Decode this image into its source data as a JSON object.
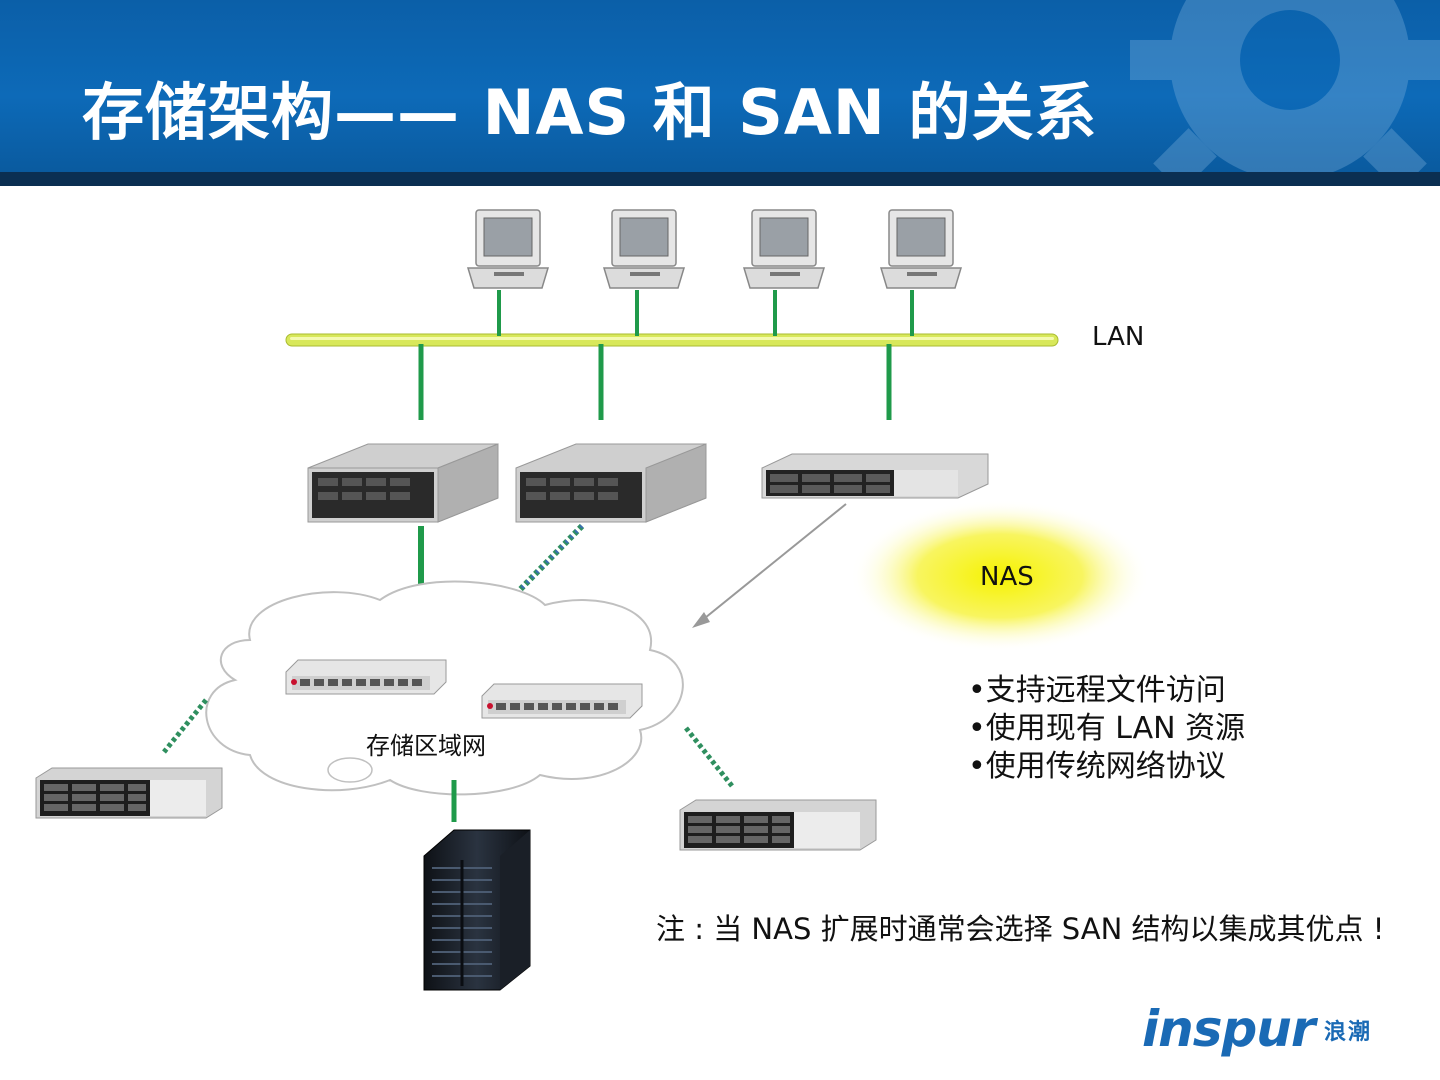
{
  "header": {
    "title": "存储架构—— NAS 和 SAN 的关系"
  },
  "diagram": {
    "lan_label": "LAN",
    "nas_label": "NAS",
    "san_label": "存储区域网"
  },
  "nas_features": [
    "•支持远程文件访问",
    "•使用现有 LAN 资源",
    "•使用传统网络协议"
  ],
  "note": "注 : 当 NAS 扩展时通常会选择 SAN 结构以集成其优点 !",
  "logo": {
    "brand": "inspur",
    "brand_cn": "浪潮"
  },
  "colors": {
    "header_blue": "#0d6ab8",
    "header_bar": "#0b2f52",
    "lan_bus": "#d8e85a",
    "link_green": "#1f9a4a",
    "nas_glow": "#f4f000"
  }
}
